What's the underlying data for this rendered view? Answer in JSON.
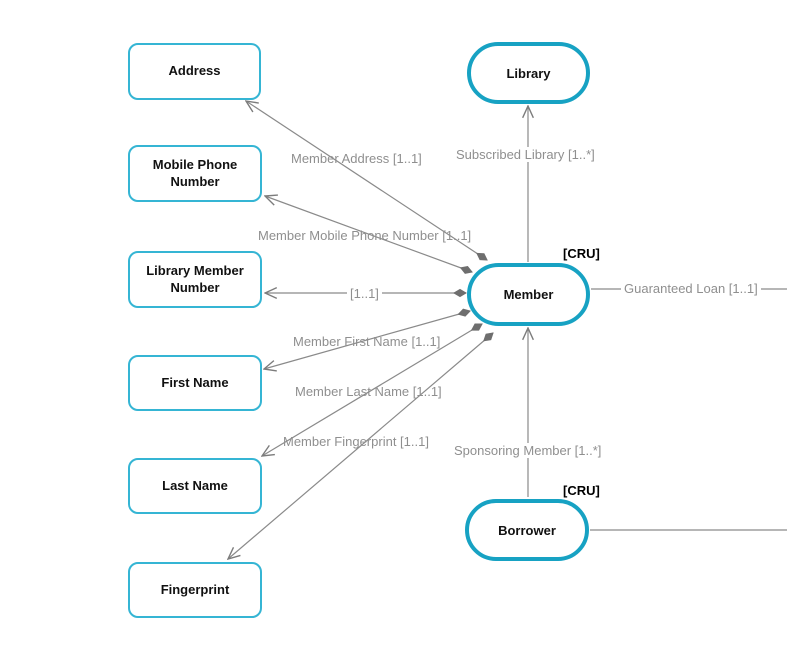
{
  "diagram": {
    "entities": [
      {
        "label": "Library"
      },
      {
        "label": "Member",
        "stereotype": "[CRU]"
      },
      {
        "label": "Borrower",
        "stereotype": "[CRU]"
      }
    ],
    "attributes": [
      {
        "label": "Address"
      },
      {
        "label": "Mobile Phone Number"
      },
      {
        "label": "Library Member Number"
      },
      {
        "label": "First Name"
      },
      {
        "label": "Last Name"
      },
      {
        "label": "Fingerprint"
      }
    ],
    "edges": [
      {
        "from": "Member",
        "to": "Address",
        "label": "Member Address [1..1]"
      },
      {
        "from": "Member",
        "to": "Library",
        "label": "Subscribed Library [1..*]"
      },
      {
        "from": "Member",
        "to": "Mobile Phone Number",
        "label": "Member Mobile Phone Number [1..1]"
      },
      {
        "from": "Member",
        "to": "Library Member Number",
        "label": "[1..1]"
      },
      {
        "from": "Member",
        "to": "First Name",
        "label": "Member First Name [1..1]"
      },
      {
        "from": "Member",
        "to": "Last Name",
        "label": "Member Last Name [1..1]"
      },
      {
        "from": "Member",
        "to": "Fingerprint",
        "label": "Member Fingerprint [1..1]"
      },
      {
        "from": "Member",
        "to": "right edge",
        "label": "Guaranteed Loan [1..1]"
      },
      {
        "from": "Borrower",
        "to": "Member",
        "label": "Sponsoring Member [1..*]"
      },
      {
        "from": "Borrower",
        "to": "right edge",
        "label": ""
      }
    ],
    "colors": {
      "entity_border": "#17a2c3",
      "attribute_border": "#35b5d4",
      "edge_line": "#8a8a8a",
      "edge_label": "#8f8f8f",
      "node_text": "#111111"
    }
  }
}
